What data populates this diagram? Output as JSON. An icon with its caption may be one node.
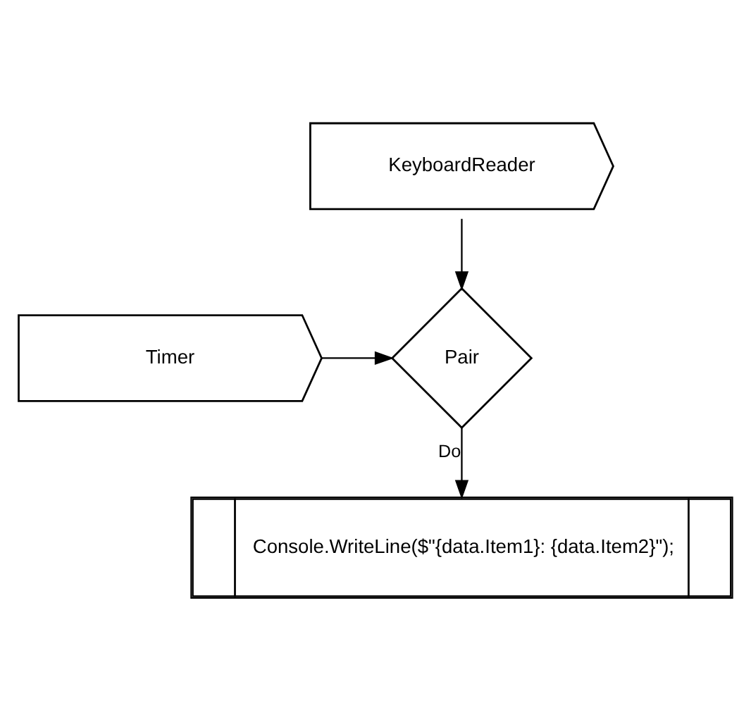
{
  "diagram": {
    "nodes": [
      {
        "text": [
          "KeyboardReader"
        ]
      },
      {
        "text": [
          "Timer"
        ]
      },
      {
        "text": [
          "Pair"
        ]
      },
      {
        "text": [
          "Console.WriteLine($\"{data.Item1}: {data.Item2}\");"
        ]
      }
    ],
    "edges": [
      {
        "from": 0,
        "to": 2,
        "arrow": "to"
      },
      {
        "from": 1,
        "to": 2,
        "arrow": "to"
      },
      {
        "from": 2,
        "to": 3,
        "arrow": "to",
        "label": "Do"
      }
    ]
  }
}
